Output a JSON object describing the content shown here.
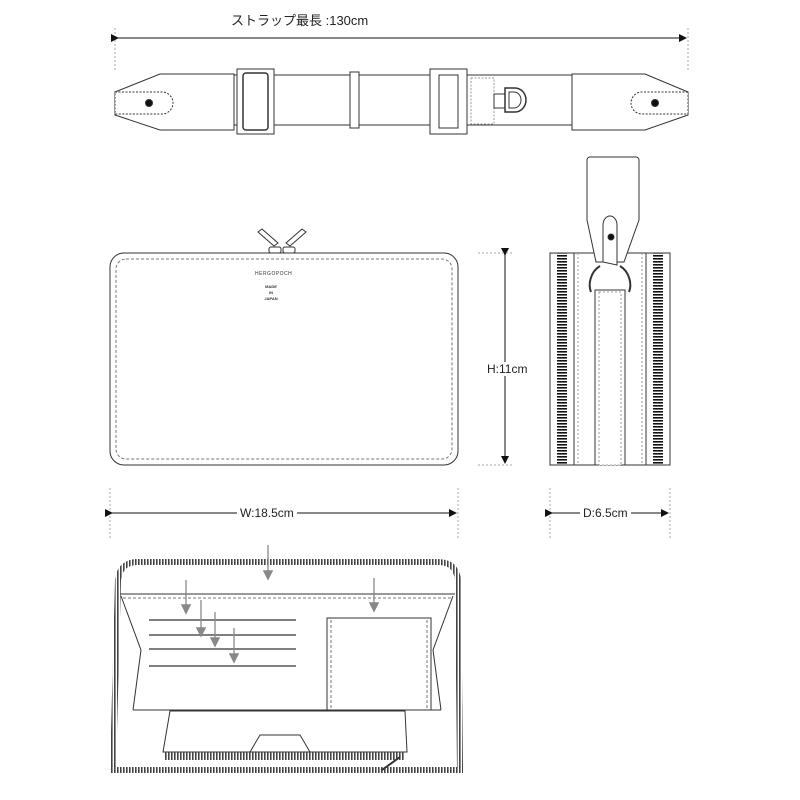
{
  "strap": {
    "label": "ストラップ最長 :130cm"
  },
  "front": {
    "brand": "HERGOPOCH",
    "made_lines": [
      "MADE",
      "IN",
      "JAPAN"
    ]
  },
  "dimensions": {
    "height": "H:11cm",
    "width": "W:18.5cm",
    "depth": "D:6.5cm"
  },
  "colors": {
    "line": "#333333",
    "arrow_gray": "#888888"
  }
}
